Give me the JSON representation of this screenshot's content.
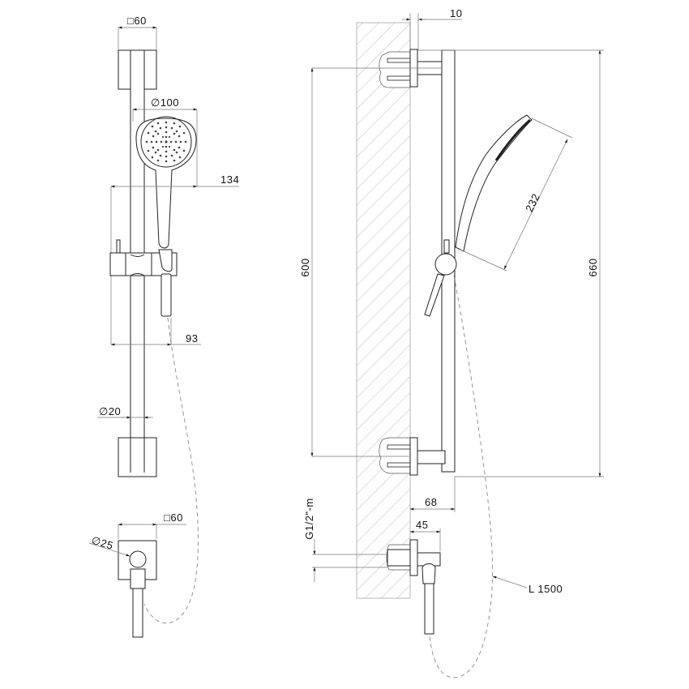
{
  "drawing": {
    "title": "Shower slide rail set - technical dimension drawing",
    "colors": {
      "stroke": "#222222",
      "dimension": "#777777",
      "hatch": "#999999",
      "background": "#ffffff"
    },
    "front_view": {
      "bracket_size_top": "□60",
      "handshower_diameter": "∅100",
      "handshower_height": "134",
      "hose_offset": "93",
      "rail_diameter": "∅20",
      "outlet_bracket_size": "□60",
      "outlet_diameter": "∅25"
    },
    "side_view": {
      "wall_plate_thickness": "10",
      "bracket_spacing": "600",
      "total_height": "660",
      "handshower_length": "232",
      "rail_projection": "68",
      "outlet_projection": "45",
      "thread": "G1/2\"-m",
      "hose_length": "L 1500"
    }
  }
}
